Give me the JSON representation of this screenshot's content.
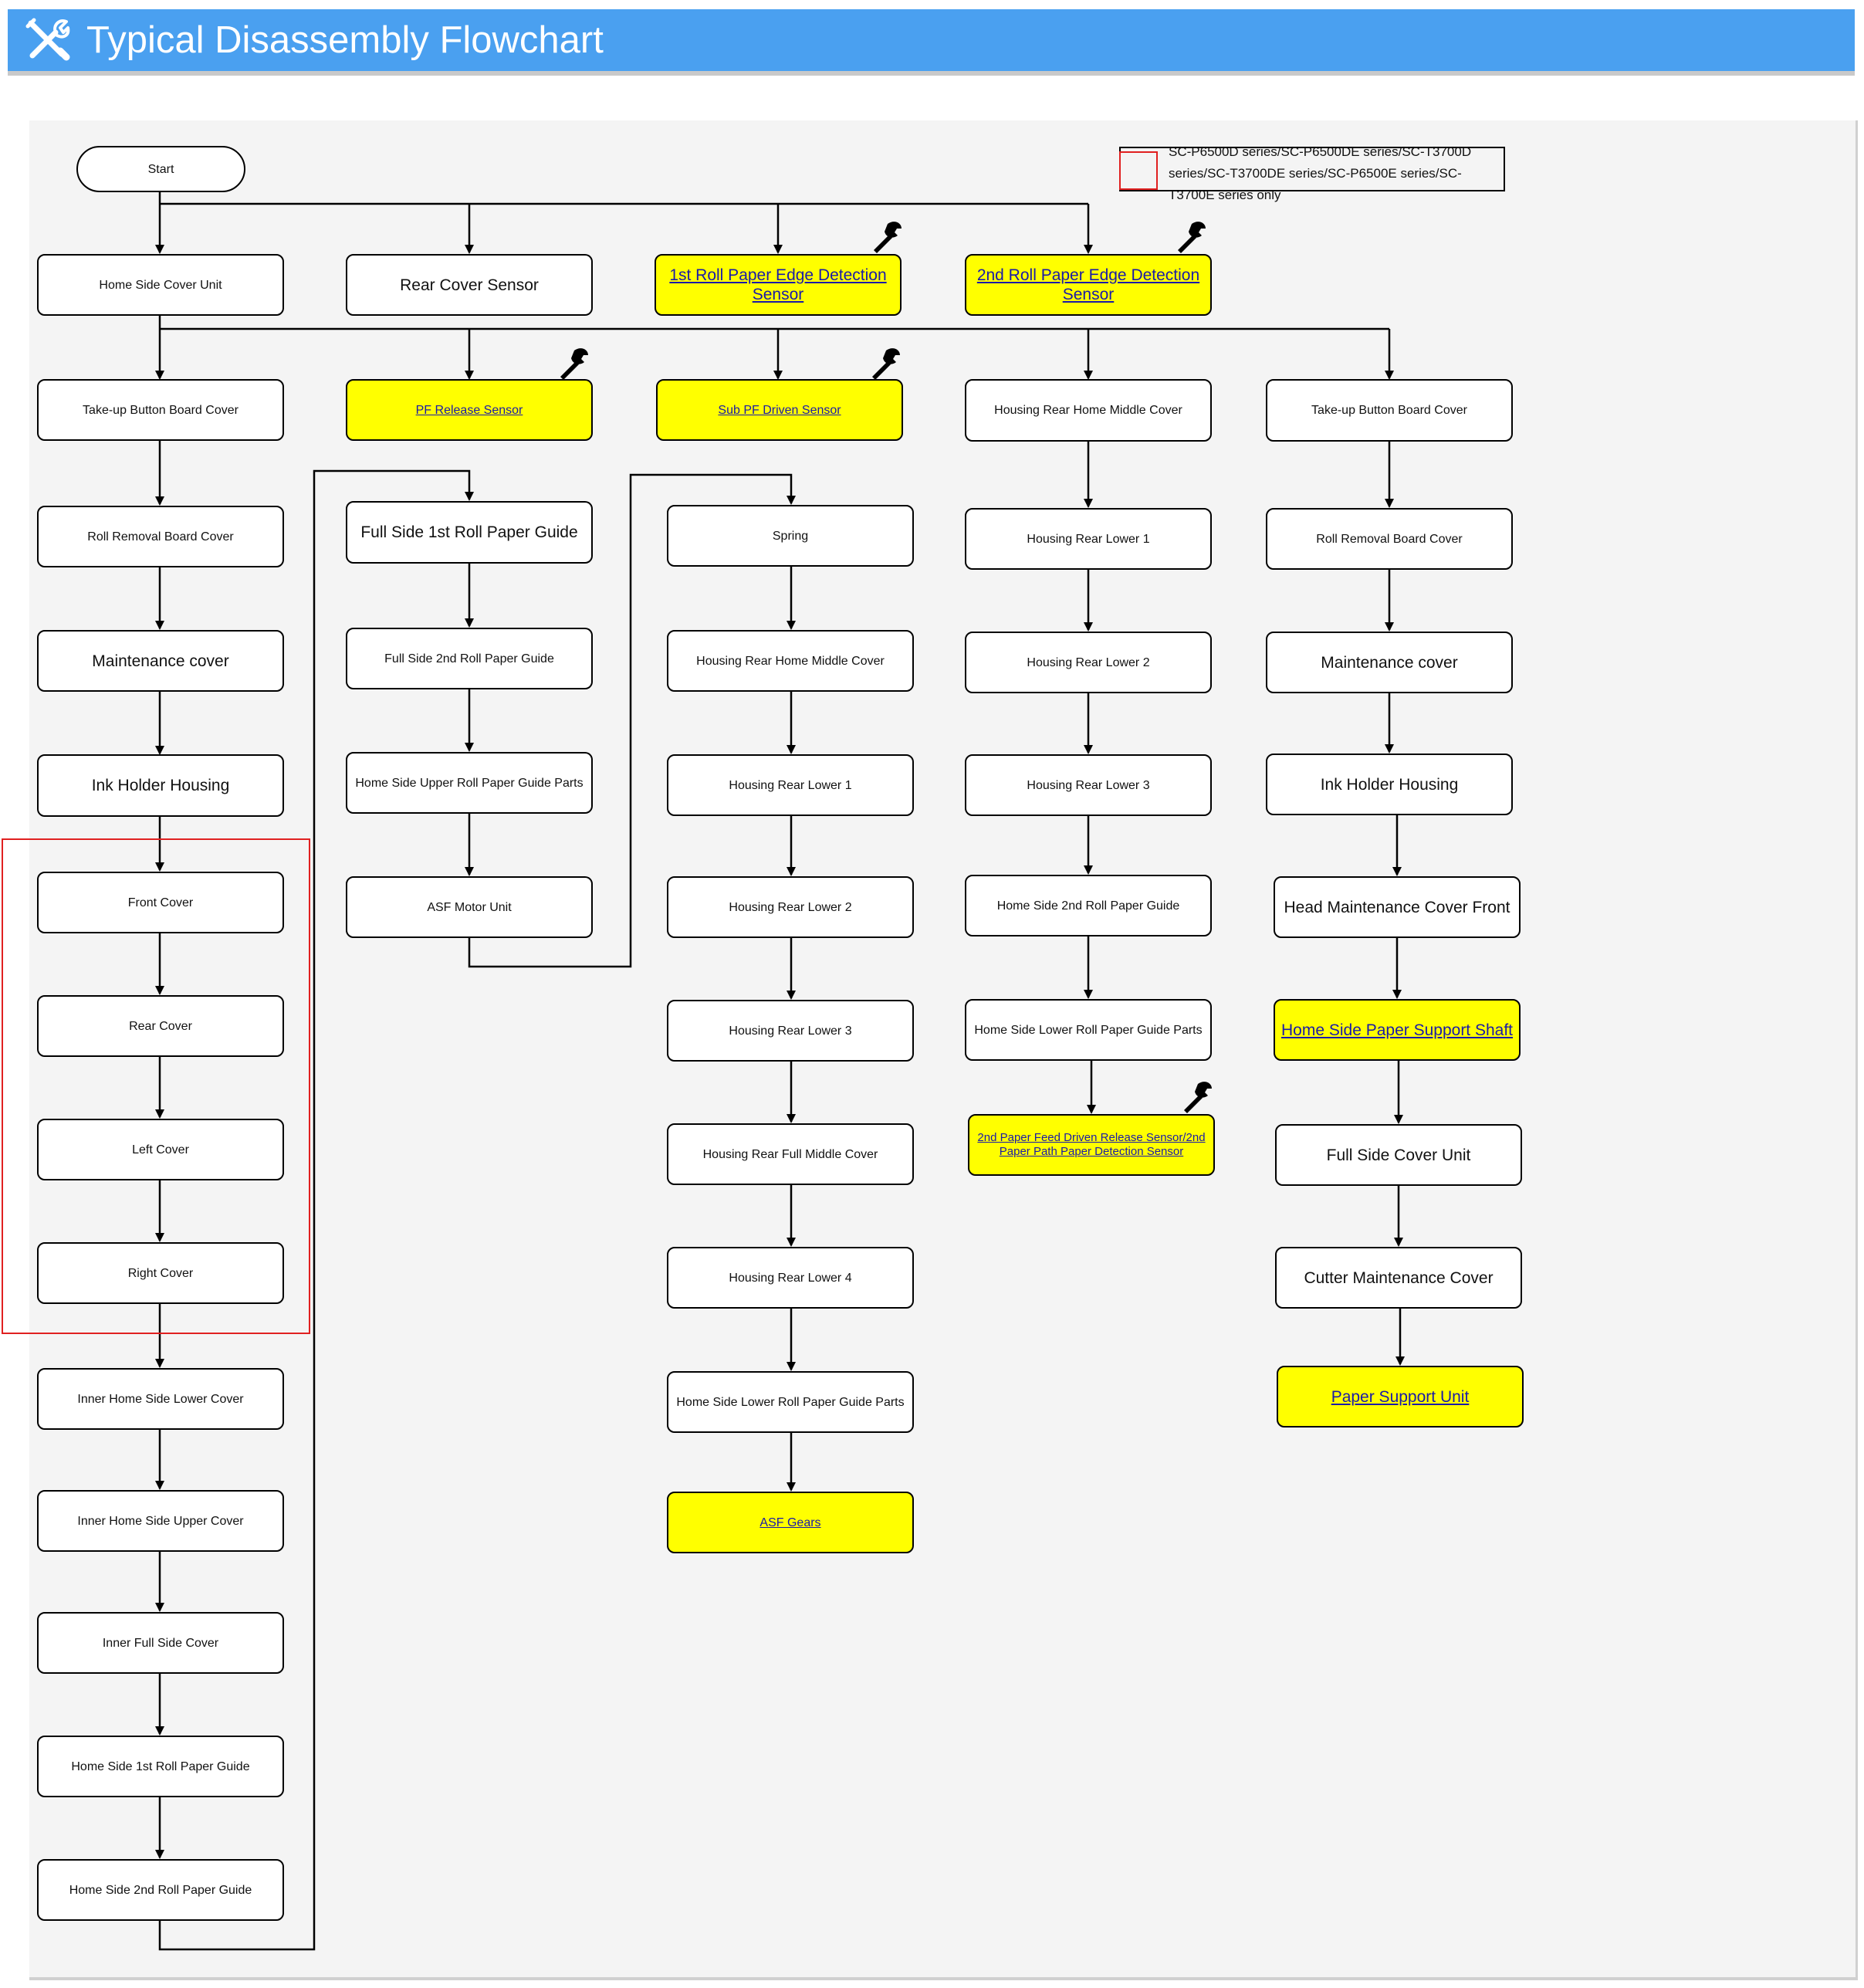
{
  "header": {
    "title": "Typical Disassembly Flowchart",
    "icon": "tools-icon",
    "background": "#4aa0f0"
  },
  "legend": {
    "text": "SC-P6500D series/SC-P6500DE series/SC-T3700D series/SC-T3700DE series/SC-P6500E series/SC-T3700E series only",
    "color": "#e02020"
  },
  "colors": {
    "highlight": "#ffff00",
    "link": "#1a1aa8",
    "group_frame": "#e02020"
  },
  "nodes": {
    "start": "Start",
    "c1_home_side_cover_unit": "Home Side Cover Unit",
    "c1_takeup_button_board_cover": "Take-up Button Board Cover",
    "c1_roll_removal_board_cover": "Roll Removal Board Cover",
    "c1_maintenance_cover": "Maintenance cover",
    "c1_ink_holder_housing": "Ink Holder Housing",
    "c1_front_cover": "Front Cover",
    "c1_rear_cover": "Rear Cover",
    "c1_left_cover": "Left Cover",
    "c1_right_cover": "Right Cover",
    "c1_inner_home_side_lower_cover": "Inner Home Side Lower Cover",
    "c1_inner_home_side_upper_cover": "Inner Home Side Upper Cover",
    "c1_inner_full_side_cover": "Inner Full Side Cover",
    "c1_home_side_1st_roll_paper_guide": "Home Side 1st Roll Paper Guide",
    "c1_home_side_2nd_roll_paper_guide": "Home Side 2nd Roll Paper Guide",
    "c2_rear_cover_sensor": "Rear Cover Sensor",
    "c2_pf_release_sensor": "PF Release Sensor",
    "c2_full_side_1st_roll_paper_guide": "Full Side 1st Roll Paper Guide",
    "c2_full_side_2nd_roll_paper_guide": "Full Side 2nd Roll Paper Guide",
    "c2_home_side_upper_roll_paper_guide_parts": "Home Side Upper Roll Paper Guide Parts",
    "c2_asf_motor_unit": "ASF Motor Unit",
    "c3_1st_roll_paper_edge_detection_sensor": "1st Roll Paper Edge Detection Sensor",
    "c3_sub_pf_driven_sensor": "Sub PF Driven Sensor",
    "c3_spring": "Spring",
    "c3_housing_rear_home_middle_cover": "Housing Rear Home Middle Cover",
    "c3_housing_rear_lower_1": "Housing Rear Lower 1",
    "c3_housing_rear_lower_2": "Housing Rear Lower 2",
    "c3_housing_rear_lower_3": "Housing Rear Lower 3",
    "c3_housing_rear_full_middle_cover": "Housing Rear Full Middle Cover",
    "c3_housing_rear_lower_4": "Housing Rear Lower 4",
    "c3_home_side_lower_roll_paper_guide_parts": "Home Side Lower Roll Paper Guide Parts",
    "c3_asf_gears": "ASF Gears",
    "c4_2nd_roll_paper_edge_detection_sensor": "2nd Roll Paper Edge Detection Sensor",
    "c4_housing_rear_home_middle_cover": "Housing Rear Home Middle Cover",
    "c4_housing_rear_lower_1": "Housing Rear Lower 1",
    "c4_housing_rear_lower_2": "Housing Rear Lower 2",
    "c4_housing_rear_lower_3": "Housing Rear Lower 3",
    "c4_home_side_2nd_roll_paper_guide": "Home Side 2nd Roll Paper Guide",
    "c4_home_side_lower_roll_paper_guide_parts": "Home Side Lower Roll Paper Guide Parts",
    "c4_2nd_paper_feed_driven_release_sensor": "2nd Paper Feed Driven Release Sensor/2nd Paper Path Paper Detection Sensor",
    "c5_takeup_button_board_cover": "Take-up Button Board Cover",
    "c5_roll_removal_board_cover": "Roll Removal Board Cover",
    "c5_maintenance_cover": "Maintenance cover",
    "c5_ink_holder_housing": "Ink Holder Housing",
    "c5_head_maintenance_cover_front": "Head Maintenance Cover Front",
    "c5_home_side_paper_support_shaft": "Home Side Paper Support Shaft",
    "c5_full_side_cover_unit": "Full Side Cover Unit",
    "c5_cutter_maintenance_cover": "Cutter Maintenance Cover",
    "c5_paper_support_unit": "Paper Support Unit"
  }
}
